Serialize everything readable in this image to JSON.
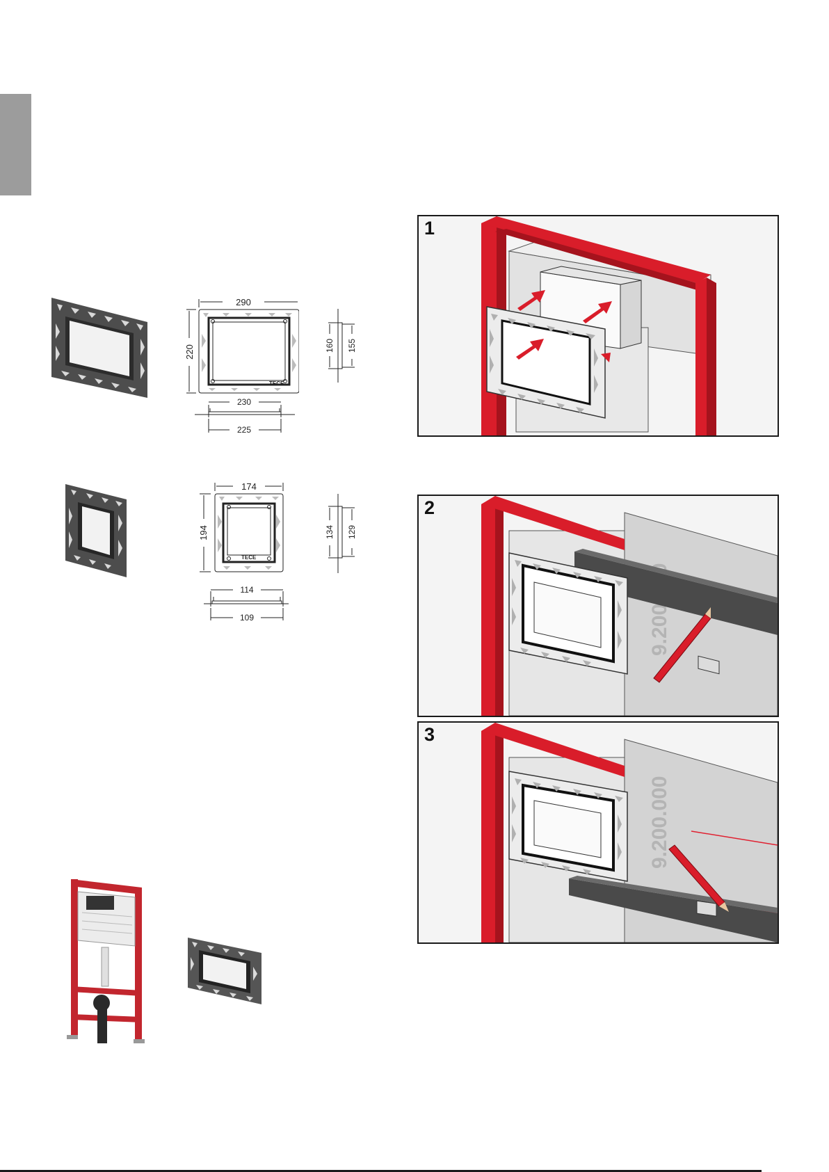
{
  "frame_large": {
    "brand": "TECE",
    "width_outer": "290",
    "height_outer": "220",
    "width_inner": "230",
    "width_base": "225",
    "depth_a": "160",
    "depth_b": "155"
  },
  "frame_small": {
    "brand": "TECE",
    "width_outer": "174",
    "height_outer": "194",
    "width_inner": "114",
    "width_base": "109",
    "depth_a": "134",
    "depth_b": "129"
  },
  "steps": [
    {
      "number": "1"
    },
    {
      "number": "2",
      "board_text": "9.200.000"
    },
    {
      "number": "3",
      "board_text": "9.200.000"
    }
  ],
  "colors": {
    "frame_red": "#d91d2a",
    "frame_dark": "#4a4a4a",
    "board_grey": "#d3d3d3",
    "side_tab": "#9c9c9c"
  }
}
